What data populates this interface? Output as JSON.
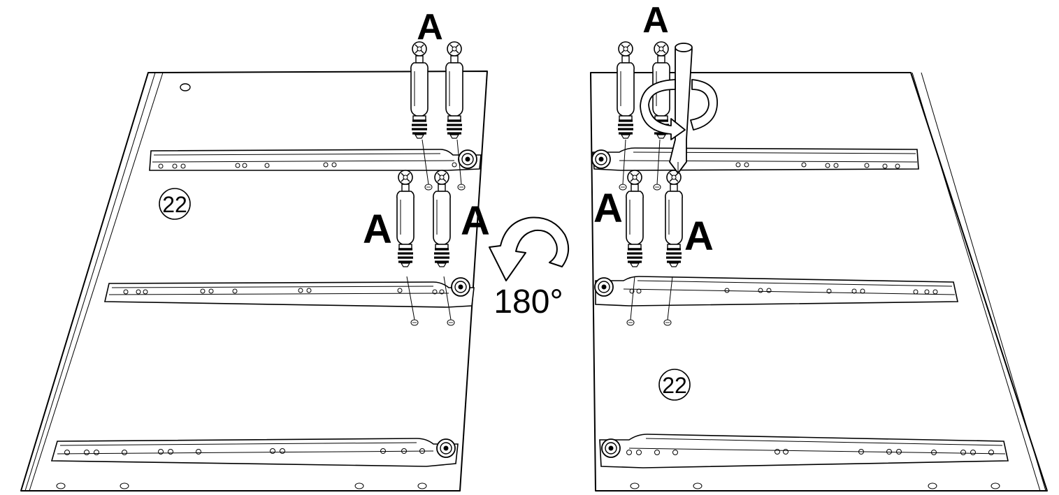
{
  "labels": {
    "part_letter": "A",
    "panel_number": "22",
    "rotation": "180°"
  },
  "icons": {
    "cam_bolt": "cam-bolt-icon",
    "rotate_arrow": "rotate-180-arrow-icon",
    "screwdriver": "screwdriver-icon",
    "twist_arrow": "twist-arrow-icon"
  },
  "colors": {
    "line": "#000000",
    "background": "#ffffff"
  }
}
